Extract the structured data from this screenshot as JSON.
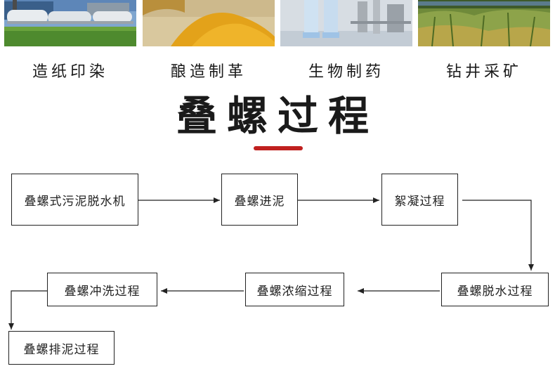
{
  "industries": [
    {
      "label": "造纸印染",
      "icon": "industrial-plant-photo"
    },
    {
      "label": "酿造制革",
      "icon": "grain-pile-photo"
    },
    {
      "label": "生物制药",
      "icon": "pharma-lab-photo"
    },
    {
      "label": "钻井采矿",
      "icon": "field-crops-photo"
    }
  ],
  "title": "叠螺过程",
  "accent_color": "#c0201f",
  "steps": [
    "叠螺式污泥脱水机",
    "叠螺进泥",
    "絮凝过程",
    "叠螺脱水过程",
    "叠螺浓缩过程",
    "叠螺冲洗过程",
    "叠螺排泥过程"
  ]
}
